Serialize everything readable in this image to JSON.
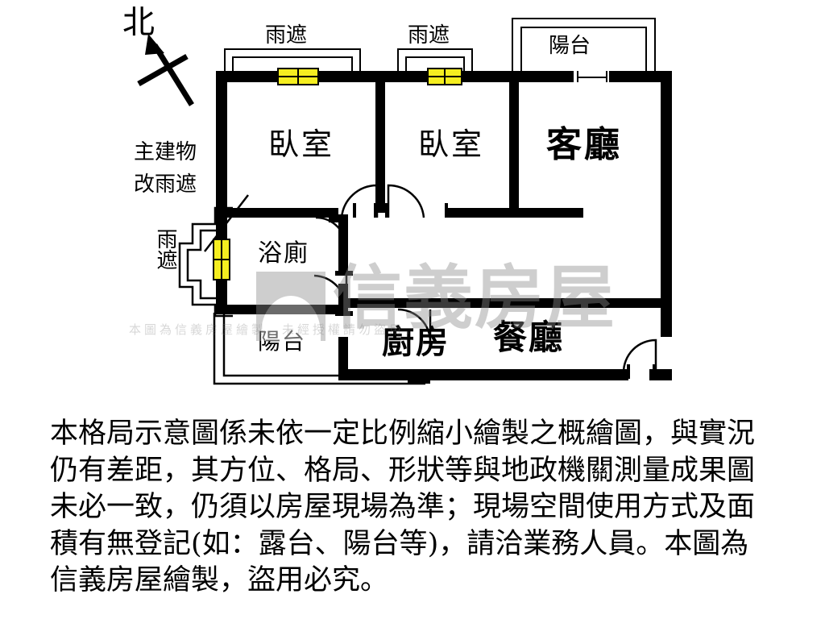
{
  "document": {
    "type": "floor-plan-diagram",
    "title": "格局示意圖"
  },
  "compass": {
    "label": "北",
    "icon": "north-arrow-icon"
  },
  "annotations": {
    "main_building_note": "主建物\n改雨遮",
    "main_building_note_line1": "主建物",
    "main_building_note_line2": "改雨遮",
    "canopy_left_vertical": "雨遮"
  },
  "canopies": [
    {
      "id": "canopy-top-left",
      "label": "雨遮"
    },
    {
      "id": "canopy-top-mid",
      "label": "雨遮"
    },
    {
      "id": "canopy-left-side",
      "label": "雨遮"
    }
  ],
  "rooms": [
    {
      "id": "bedroom-1",
      "label": "臥室",
      "style": "sans"
    },
    {
      "id": "bedroom-2",
      "label": "臥室",
      "style": "sans"
    },
    {
      "id": "living-room",
      "label": "客廳",
      "style": "serif"
    },
    {
      "id": "bathroom",
      "label": "浴廁",
      "style": "sans"
    },
    {
      "id": "kitchen",
      "label": "廚房",
      "style": "serif"
    },
    {
      "id": "dining-room",
      "label": "餐廳",
      "style": "serif"
    },
    {
      "id": "balcony-front",
      "label": "陽台",
      "style": "sans"
    },
    {
      "id": "balcony-rear",
      "label": "陽台",
      "style": "sans"
    }
  ],
  "watermark": {
    "brand": "信義房屋",
    "logo": "sinyi-logo-icon",
    "strip_text": "本圖為信義房屋繪製，未經授權請勿盜用，"
  },
  "disclaimer": {
    "text": "本格局示意圖係未依一定比例縮小繪製之概繪圖，與實況仍有差距，其方位、格局、形狀等與地政機關測量成果圖未必一致，仍須以房屋現場為準；現場空間使用方式及面積有無登記(如：露台、陽台等)，請洽業務人員。本圖為信義房屋繪製，盜用必究。"
  },
  "colors": {
    "wall": "#000000",
    "window": "#f5ee20",
    "watermark": "#8d8d8d",
    "background": "#ffffff"
  }
}
